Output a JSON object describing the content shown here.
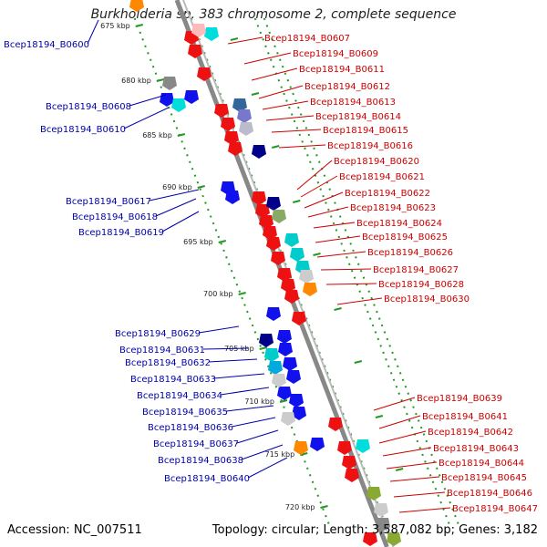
{
  "title": "Burkholderia sp. 383 chromosome 2, complete sequence",
  "footer": {
    "accession": "Accession: NC_007511",
    "summary": "Topology: circular; Length: 3,587,082 bp; Genes: 3,182"
  },
  "scale_labels": [
    "675 kbp",
    "680 kbp",
    "685 kbp",
    "690 kbp",
    "695 kbp",
    "700 kbp",
    "705 kbp",
    "710 kbp",
    "715 kbp",
    "720 kbp"
  ],
  "colors": {
    "forward": "#ee1111",
    "reverse": "#1111ee",
    "backbone": "#888888",
    "scale": "#229922",
    "label_forward": "#cc0000",
    "label_reverse": "#0000aa"
  },
  "left_labels": [
    "Bcep18194_B0600",
    "Bcep18194_B0608",
    "Bcep18194_B0610",
    "Bcep18194_B0617",
    "Bcep18194_B0618",
    "Bcep18194_B0619",
    "Bcep18194_B0629",
    "Bcep18194_B0631",
    "Bcep18194_B0632",
    "Bcep18194_B0633",
    "Bcep18194_B0634",
    "Bcep18194_B0635",
    "Bcep18194_B0636",
    "Bcep18194_B0637",
    "Bcep18194_B0638",
    "Bcep18194_B0640"
  ],
  "right_labels": [
    "Bcep18194_B0607",
    "Bcep18194_B0609",
    "Bcep18194_B0611",
    "Bcep18194_B0612",
    "Bcep18194_B0613",
    "Bcep18194_B0614",
    "Bcep18194_B0615",
    "Bcep18194_B0616",
    "Bcep18194_B0620",
    "Bcep18194_B0621",
    "Bcep18194_B0622",
    "Bcep18194_B0623",
    "Bcep18194_B0624",
    "Bcep18194_B0625",
    "Bcep18194_B0626",
    "Bcep18194_B0627",
    "Bcep18194_B0628",
    "Bcep18194_B0630",
    "Bcep18194_B0639",
    "Bcep18194_B0641",
    "Bcep18194_B0642",
    "Bcep18194_B0643",
    "Bcep18194_B0644",
    "Bcep18194_B0645",
    "Bcep18194_B0646",
    "Bcep18194_B0647"
  ]
}
